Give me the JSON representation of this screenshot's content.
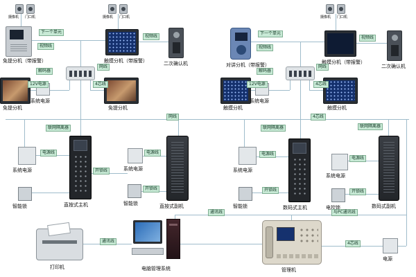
{
  "labels": {
    "camera": "摄像机",
    "door_station": "门口机",
    "next_unit": "下一个单元",
    "video_line": "视频线",
    "decoder": "解码器",
    "net_line": "网线",
    "four_core": "4芯线",
    "power_12v": "12V电源",
    "net_isolator": "联网隔离器",
    "power_line": "电源线",
    "unlock_line": "开锁线",
    "comm_line": "通讯线",
    "pc_comm": "与PC通讯线",
    "handsfree_alarm": "免提分机（带报警）",
    "touch_alarm": "触摸分机（带报警）",
    "audio_ext": "对讲分机（带报警）",
    "secondary_confirm": "二次确认机",
    "handsfree": "免提分机",
    "touch": "触摸分机",
    "sys_power": "系统电源",
    "smart_lock": "智能锁",
    "elec_lock": "电控锁",
    "direct_host": "直按式主机",
    "direct_sub": "直按式副机",
    "digital_host": "数码式主机",
    "digital_sub": "数码式副机",
    "printer": "打印机",
    "pc_mgmt": "电脑管理系统",
    "manager": "管理机",
    "power_box": "电源"
  },
  "colors": {
    "label_bg": "#c8ead6",
    "line": "#9fbccb"
  }
}
